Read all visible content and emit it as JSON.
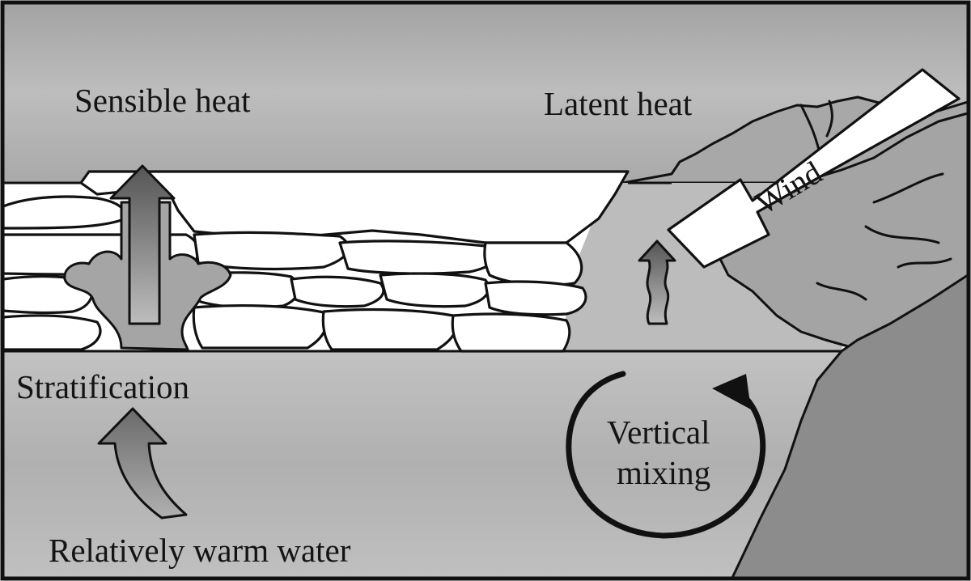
{
  "labels": {
    "sensible_heat": "Sensible heat",
    "latent_heat": "Latent heat",
    "wind": "Wind",
    "stratification": "Stratification",
    "vertical_mixing_line1": "Vertical",
    "vertical_mixing_line2": "mixing",
    "warm_water": "Relatively warm water"
  },
  "colors": {
    "sky_top": "#9a9a9a",
    "sky_mid": "#b3b3b3",
    "ice": "#ffffff",
    "polynya_water": "#b9b9b9",
    "ocean": "#b6b6b6",
    "land": "#8f8f8f",
    "mountain_far": "#a6a6a6",
    "arrow_dark": "#5a5a5a",
    "outline": "#111111"
  }
}
